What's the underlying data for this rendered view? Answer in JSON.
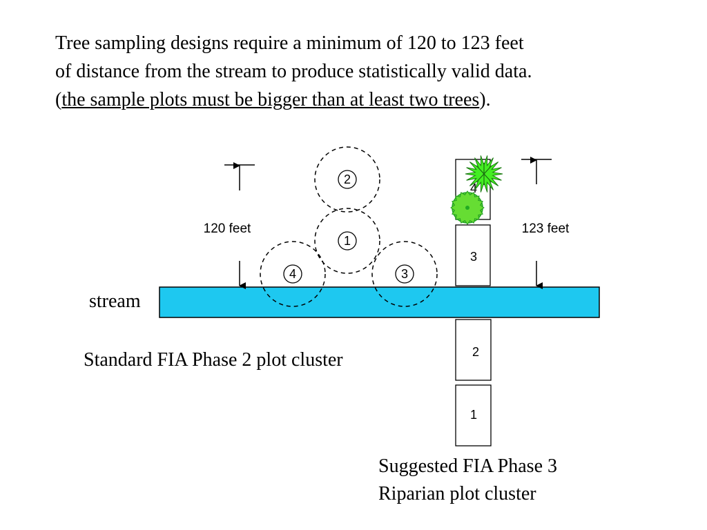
{
  "intro": {
    "line1": "Tree sampling designs require a minimum of 120 to 123 feet",
    "line2": "of distance from the stream to produce statistically valid data.",
    "line3_open": "(",
    "line3_underlined": "the sample plots must be bigger than at least two trees",
    "line3_close": ")."
  },
  "stream": {
    "label": "stream",
    "color": "#1ec8f0"
  },
  "standard_cluster": {
    "caption": "Standard FIA Phase 2 plot cluster",
    "height_label": "120 feet",
    "plots": [
      "1",
      "2",
      "3",
      "4"
    ]
  },
  "riparian_cluster": {
    "caption_line1": "Suggested FIA Phase 3",
    "caption_line2": "Riparian plot cluster",
    "height_label": "123 feet",
    "plots": [
      "1",
      "2",
      "3",
      "4"
    ]
  },
  "colors": {
    "tree_bright": "#44ee22",
    "tree_dark": "#22aa22",
    "tree_crown": "#66dd33"
  },
  "icons": [
    "spiky-tree-icon",
    "round-tree-icon"
  ]
}
